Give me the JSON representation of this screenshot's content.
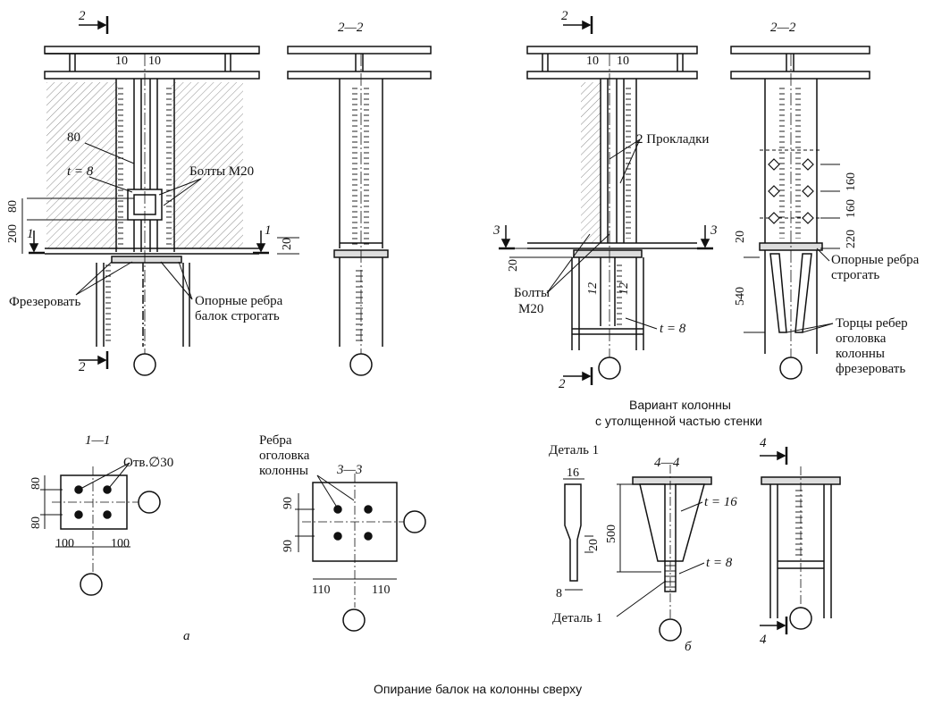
{
  "caption": "Опирание балок на колонны сверху",
  "variant_a": {
    "letter": "а",
    "section_22": "2—2",
    "section_11": "1—1",
    "section_33": "3—3",
    "cut2": "2",
    "cut1": "1",
    "dim_10a": "10",
    "dim_10b": "10",
    "dim_80_top": "80",
    "t8": "t = 8",
    "bolts": "Болты М20",
    "dim_200": "200",
    "dim_80_side": "80",
    "dim_20": "20",
    "frezerovat": "Фрезеровать",
    "opornye_1": "Опорные ребра",
    "opornye_2": "балок строгать",
    "otv": "Отв.∅30",
    "d80a": "80",
    "d80b": "80",
    "d100a": "100",
    "d100b": "100",
    "rebra_1": "Ребра",
    "rebra_2": "оголовка",
    "rebra_3": "колонны",
    "d90a": "90",
    "d90b": "90",
    "d110a": "110",
    "d110b": "110"
  },
  "variant_b": {
    "letter": "б",
    "section_22": "2—2",
    "section_44": "4—4",
    "cut2": "2",
    "cut3": "3",
    "cut4": "4",
    "dim_10a": "10",
    "dim_10b": "10",
    "prokladki": "2 Прокладки",
    "dim_20": "20",
    "bolts_1": "Болты",
    "bolts_2": "М20",
    "t8": "t = 8",
    "w12a": "12",
    "w12b": "12",
    "d160a": "160",
    "d160b": "160",
    "d220": "220",
    "d20": "20",
    "d540": "540",
    "opornye_1": "Опорные ребра",
    "opornye_2": "строгать",
    "torcy_1": "Торцы ребер",
    "torcy_2": "оголовка",
    "torcy_3": "колонны",
    "torcy_4": "фрезеровать",
    "variant_1": "Вариант колонны",
    "variant_2": "с утолщенной частью стенки",
    "detal_title": "Деталь 1",
    "detal_label": "Деталь 1",
    "d16": "16",
    "d500": "500",
    "d20b": "20",
    "d8": "8",
    "t16": "t = 16",
    "t8b": "t = 8"
  }
}
